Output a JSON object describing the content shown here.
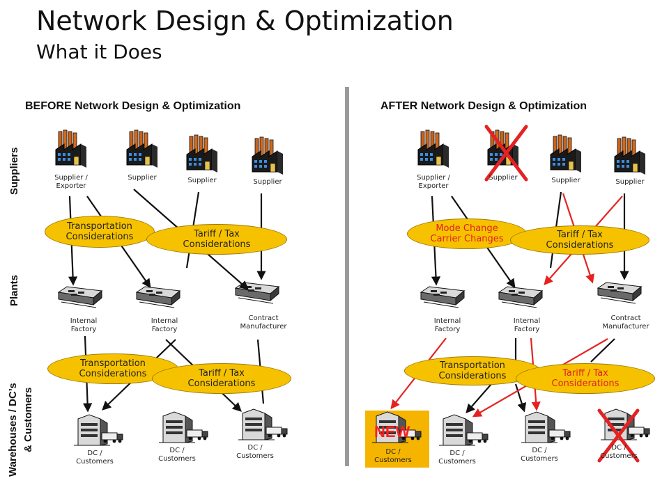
{
  "title": "Network Design & Optimization",
  "subtitle": "What it Does",
  "before_heading": "BEFORE Network Design & Optimization",
  "after_heading": "AFTER Network Design & Optimization",
  "row_labels": {
    "suppliers": "Suppliers",
    "plants": "Plants",
    "warehouses_line1": "Warehouses / DC’s",
    "warehouses_line2": "& Customers"
  },
  "before": {
    "suppliers": [
      {
        "line1": "Supplier /",
        "line2": "Exporter"
      },
      {
        "line1": "Supplier",
        "line2": ""
      },
      {
        "line1": "Supplier",
        "line2": ""
      },
      {
        "line1": "Supplier",
        "line2": ""
      }
    ],
    "plants": [
      {
        "line1": "Internal",
        "line2": "Factory"
      },
      {
        "line1": "Internal",
        "line2": "Factory"
      },
      {
        "line1": "Contract",
        "line2": "Manufacturer"
      }
    ],
    "dcs": [
      {
        "line1": "DC /",
        "line2": "Customers"
      },
      {
        "line1": "DC /",
        "line2": "Customers"
      },
      {
        "line1": "DC /",
        "line2": "Customers"
      }
    ],
    "ovals": [
      {
        "line1": "Transportation",
        "line2": "Considerations"
      },
      {
        "line1": "Tariff / Tax",
        "line2": "Considerations"
      },
      {
        "line1": "Transportation",
        "line2": "Considerations"
      },
      {
        "line1": "Tariff / Tax",
        "line2": "Considerations"
      }
    ]
  },
  "after": {
    "suppliers": [
      {
        "line1": "Supplier /",
        "line2": "Exporter"
      },
      {
        "line1": "Supplier",
        "line2": ""
      },
      {
        "line1": "Supplier",
        "line2": ""
      },
      {
        "line1": "Supplier",
        "line2": ""
      }
    ],
    "plants": [
      {
        "line1": "Internal",
        "line2": "Factory"
      },
      {
        "line1": "Internal",
        "line2": "Factory"
      },
      {
        "line1": "Contract",
        "line2": "Manufacturer"
      }
    ],
    "dcs": [
      {
        "line1": "DC /",
        "line2": "Customers"
      },
      {
        "line1": "DC /",
        "line2": "Customers"
      },
      {
        "line1": "DC /",
        "line2": "Customers"
      },
      {
        "line1": "DC /",
        "line2": "Customers"
      }
    ],
    "ovals": [
      {
        "line1": "Mode Change",
        "line2": "Carrier Changes"
      },
      {
        "line1": "Tariff / Tax",
        "line2": "Considerations"
      },
      {
        "line1": "Transportation",
        "line2": "Considerations"
      },
      {
        "line1": "Tariff / Tax",
        "line2": "Considerations"
      }
    ],
    "new_label": "NEW"
  },
  "colors": {
    "oval": "#f6c200",
    "new_highlight": "#f5b400",
    "change": "#e52222",
    "arrow": "#111111"
  }
}
